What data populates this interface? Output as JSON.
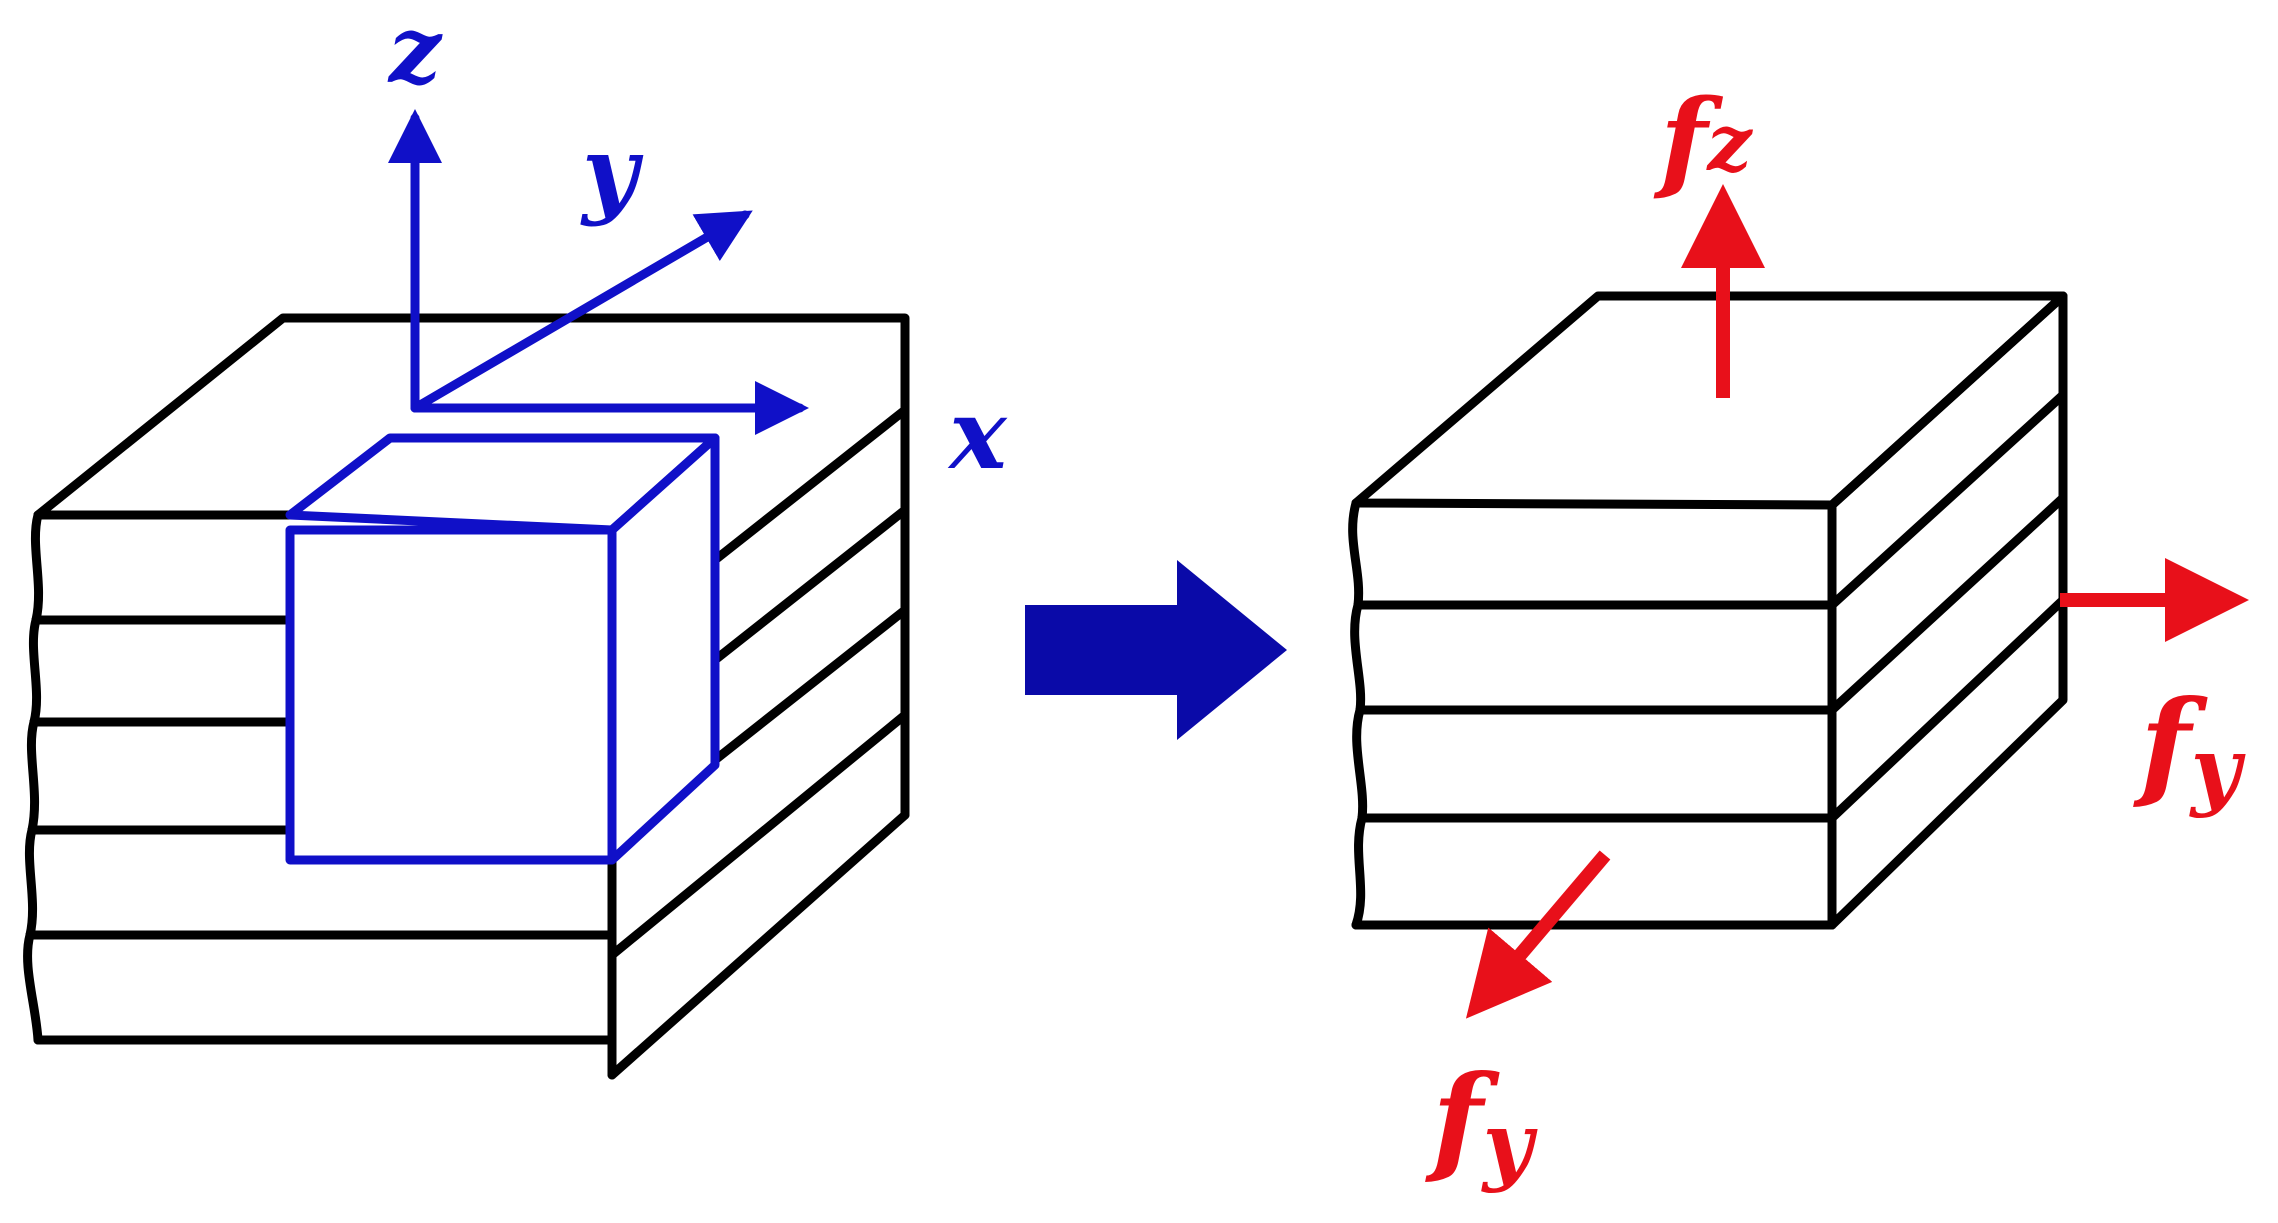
{
  "colors": {
    "outline": "#000000",
    "coordinate_system": "#1010c8",
    "transition_arrow": "#0a0aa8",
    "force": "#e8101a",
    "background": "#ffffff"
  },
  "left_panel": {
    "axes": {
      "z": "z",
      "y": "y",
      "x": "x"
    }
  },
  "transition": {
    "icon": "right-arrow-icon"
  },
  "right_panel": {
    "forces": {
      "fz": {
        "base": "f",
        "sub": "z"
      },
      "fy_right": {
        "base": "f",
        "sub": "y"
      },
      "fy_front": {
        "base": "f",
        "sub": "y"
      }
    }
  }
}
